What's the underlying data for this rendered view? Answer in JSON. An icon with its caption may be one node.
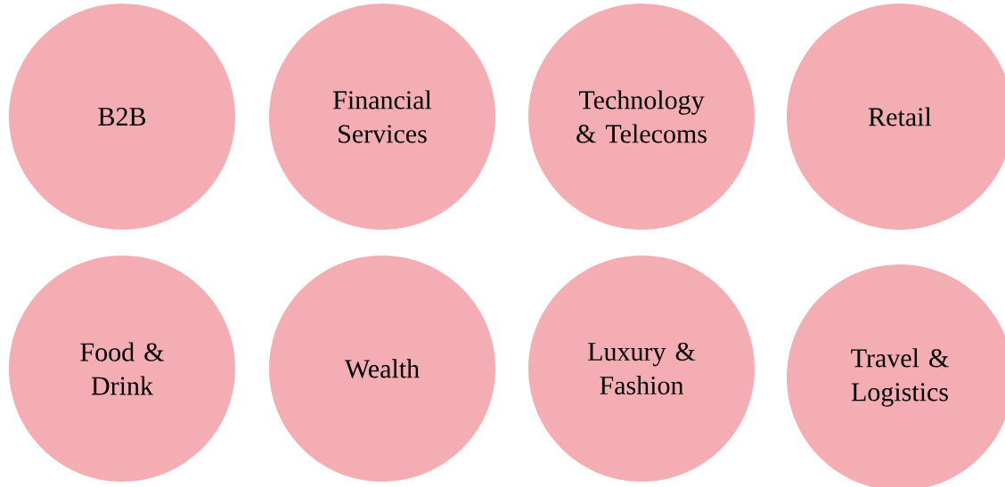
{
  "diagram": {
    "nodes": [
      {
        "text": [
          "B2B"
        ]
      },
      {
        "text": [
          "Financial Services"
        ]
      },
      {
        "text": [
          "Technology & Telecoms"
        ]
      },
      {
        "text": [
          "Retail"
        ]
      },
      {
        "text": [
          "Food & Drink"
        ]
      },
      {
        "text": [
          "Wealth"
        ]
      },
      {
        "text": [
          "Luxury & Fashion"
        ]
      },
      {
        "text": [
          "Travel & Logistics"
        ]
      }
    ]
  }
}
